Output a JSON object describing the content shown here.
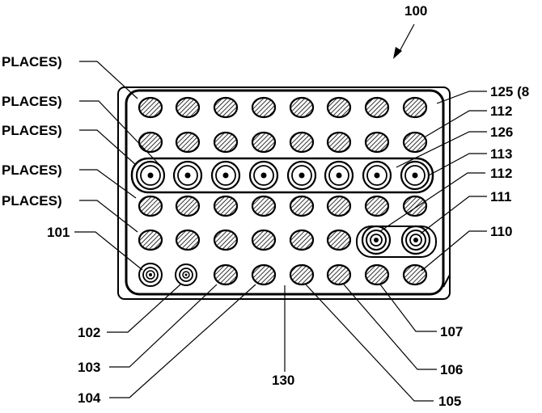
{
  "figure": {
    "ref_main": "100",
    "labels": {
      "places_1": "PLACES)",
      "places_2": "PLACES)",
      "places_3": "PLACES)",
      "places_4": "PLACES)",
      "places_5": "PLACES)",
      "ref_101": "101",
      "ref_102": "102",
      "ref_103": "103",
      "ref_104": "104",
      "ref_105": "105",
      "ref_106": "106",
      "ref_107": "107",
      "ref_110": "110",
      "ref_111": "111",
      "ref_112a": "112",
      "ref_112b": "112",
      "ref_113": "113",
      "ref_125": "125 (8",
      "ref_126": "126",
      "ref_130": "130"
    }
  }
}
